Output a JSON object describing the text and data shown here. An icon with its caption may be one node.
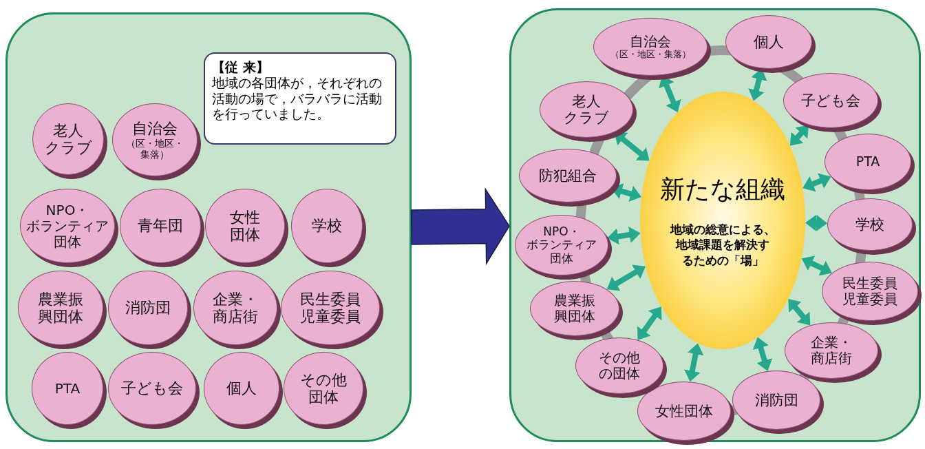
{
  "diagram": {
    "nodes": [
      {
        "text": [],
        "shape": "box"
      },
      {
        "text": [
          "【従 来】",
          "地域の各団体が，それぞれの活動の場で，バラバラに活動を行っていました。"
        ],
        "in": 0
      },
      {
        "text": [
          "老人クラブ"
        ],
        "in": 0
      },
      {
        "text": [
          "自治会",
          "（区・地区・集落）"
        ],
        "in": 0
      },
      {
        "text": [
          "NPO・ボランティア団体"
        ],
        "in": 0
      },
      {
        "text": [
          "青年団"
        ],
        "in": 0
      },
      {
        "text": [
          "女性団体"
        ],
        "in": 0
      },
      {
        "text": [
          "学校"
        ],
        "in": 0
      },
      {
        "text": [
          "農業振興団体"
        ],
        "in": 0
      },
      {
        "text": [
          "消防団"
        ],
        "in": 0
      },
      {
        "text": [
          "企業・商店街"
        ],
        "in": 0
      },
      {
        "text": [
          "民生委員児童委員"
        ],
        "in": 0
      },
      {
        "text": [
          "PTA"
        ],
        "in": 0
      },
      {
        "text": [
          "子ども会"
        ],
        "in": 0
      },
      {
        "text": [
          "個人"
        ],
        "in": 0
      },
      {
        "text": [
          "その他団体"
        ],
        "in": 0
      },
      {
        "text": [],
        "shape": "box"
      },
      {
        "text": [
          "新たな組織",
          "地域の総意による、地域課題を解決するための「場」"
        ],
        "in": 16
      },
      {
        "text": [
          "自治会",
          "（区・地区・集落）"
        ],
        "in": 16
      },
      {
        "text": [
          "個人"
        ],
        "in": 16
      },
      {
        "text": [
          "子ども会"
        ],
        "in": 16
      },
      {
        "text": [
          "PTA"
        ],
        "in": 16
      },
      {
        "text": [
          "学校"
        ],
        "in": 16
      },
      {
        "text": [
          "民生委員児童委員"
        ],
        "in": 16
      },
      {
        "text": [
          "企業・商店街"
        ],
        "in": 16
      },
      {
        "text": [
          "消防団"
        ],
        "in": 16
      },
      {
        "text": [
          "女性団体"
        ],
        "in": 16
      },
      {
        "text": [
          "その他の団体"
        ],
        "in": 16
      },
      {
        "text": [
          "農業振興団体"
        ],
        "in": 16
      },
      {
        "text": [
          "NPO・ボランティア団体"
        ],
        "in": 16
      },
      {
        "text": [
          "防犯組合"
        ],
        "in": 16
      },
      {
        "text": [
          "老人クラブ"
        ],
        "in": 16
      }
    ],
    "edges": [
      {
        "from": 0,
        "to": 16,
        "arrow": "to",
        "style": "thick",
        "color": "#2e3192"
      },
      {
        "from": 17,
        "to": 18,
        "arrow": "both"
      },
      {
        "from": 17,
        "to": 19,
        "arrow": "both"
      },
      {
        "from": 17,
        "to": 20,
        "arrow": "both"
      },
      {
        "from": 17,
        "to": 21,
        "arrow": "both"
      },
      {
        "from": 17,
        "to": 22,
        "arrow": "both"
      },
      {
        "from": 17,
        "to": 23,
        "arrow": "both"
      },
      {
        "from": 17,
        "to": 24,
        "arrow": "both"
      },
      {
        "from": 17,
        "to": 25,
        "arrow": "both"
      },
      {
        "from": 17,
        "to": 26,
        "arrow": "both"
      },
      {
        "from": 17,
        "to": 27,
        "arrow": "both"
      },
      {
        "from": 17,
        "to": 28,
        "arrow": "both"
      },
      {
        "from": 17,
        "to": 29,
        "arrow": "both"
      },
      {
        "from": 17,
        "to": 30,
        "arrow": "both"
      },
      {
        "from": 17,
        "to": 31,
        "arrow": "both"
      }
    ]
  }
}
